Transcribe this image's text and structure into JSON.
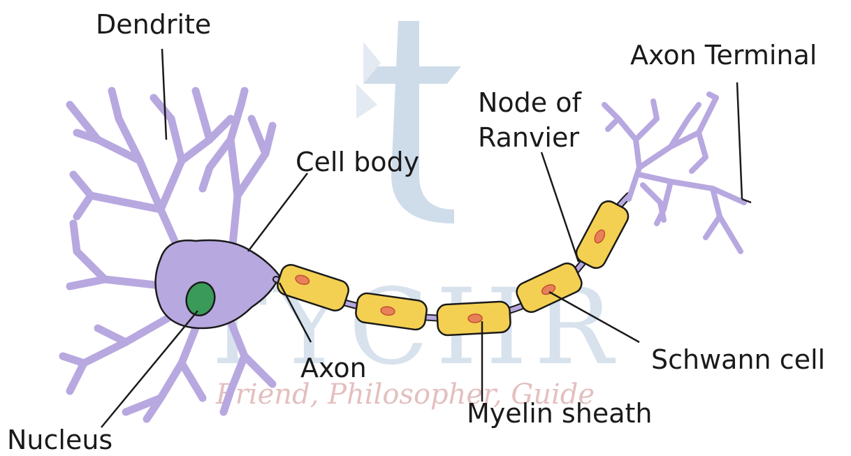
{
  "labels": {
    "dendrite": "Dendrite",
    "axon_terminal": "Axon Terminal",
    "node_line1": "Node of",
    "node_line2": "Ranvier",
    "cell_body": "Cell body",
    "axon": "Axon",
    "schwann_cell": "Schwann cell",
    "myelin_sheath": "Myelin sheath",
    "nucleus": "Nucleus"
  },
  "watermark": {
    "brand": "TYCHR",
    "tagline": "Friend, Philosopher, Guide"
  },
  "colors": {
    "neuron": "#b8a8e0",
    "myelin": "#f4d052",
    "schwann_nucleus": "#e8805a",
    "cell_nucleus": "#3a9a5a",
    "watermark_blue": "#b8cce0",
    "watermark_pink": "#d9a5a5",
    "text": "#1a1a1a"
  }
}
